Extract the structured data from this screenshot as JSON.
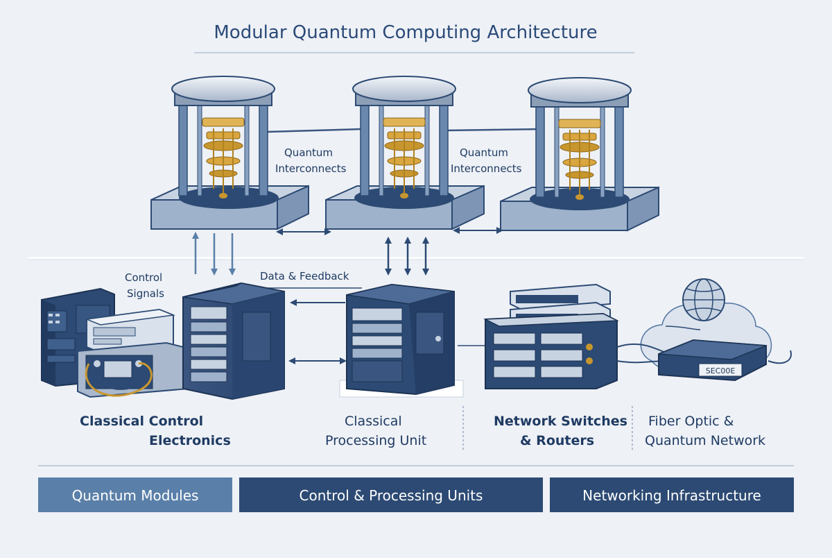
{
  "title": "Modular Quantum Computing Architecture",
  "labels": {
    "interconnect_left_1": "Quantum",
    "interconnect_left_2": "Interconnects",
    "interconnect_right_1": "Quantum",
    "interconnect_right_2": "Interconnects",
    "control_signals_1": "Control",
    "control_signals_2": "Signals",
    "data_feedback": "Data & Feedback",
    "router_display": "SEC00E"
  },
  "captions": {
    "classical_control_1": "Classical Control",
    "classical_control_2": "Electronics",
    "processing_unit_1": "Classical",
    "processing_unit_2": "Processing Unit",
    "network_switches_1": "Network Switches",
    "network_switches_2": "& Routers",
    "fiber_optic_1": "Fiber Optic &",
    "fiber_optic_2": "Quantum Network"
  },
  "categories": {
    "quantum_modules": "Quantum Modules",
    "control_processing": "Control & Processing Units",
    "networking": "Networking Infrastructure"
  },
  "colors": {
    "title": "#2a4a78",
    "navy": "#2c4a73",
    "steel": "#4f74a0",
    "gold": "#c8962e",
    "bar_light": "#5a7fa8",
    "bar_dark": "#2c4a73",
    "background": "#eef1f6"
  }
}
